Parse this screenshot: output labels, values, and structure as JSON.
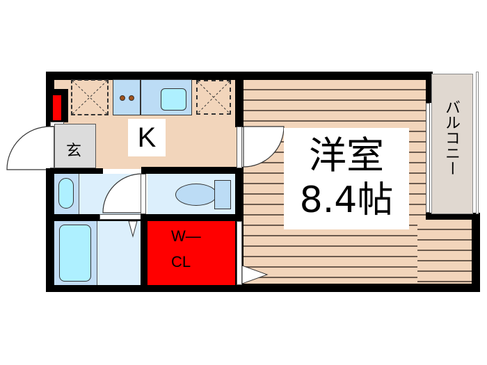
{
  "floor_plan": {
    "rooms": {
      "kitchen": {
        "label": "K"
      },
      "genkan": {
        "label": "玄"
      },
      "western_room": {
        "label_line1": "洋室",
        "label_line2": "8.4帖"
      },
      "walk_in_closet": {
        "label_line1": "W—",
        "label_line2": "CL"
      },
      "balcony": {
        "label": "バルコニー"
      }
    },
    "colors": {
      "wall": "#000000",
      "floor_wood": "#f2d5bb",
      "wet_area": "#dceffc",
      "closet": "#ff0000",
      "genkan": "#dcdcdc",
      "balcony": "#e0d8d0"
    }
  }
}
